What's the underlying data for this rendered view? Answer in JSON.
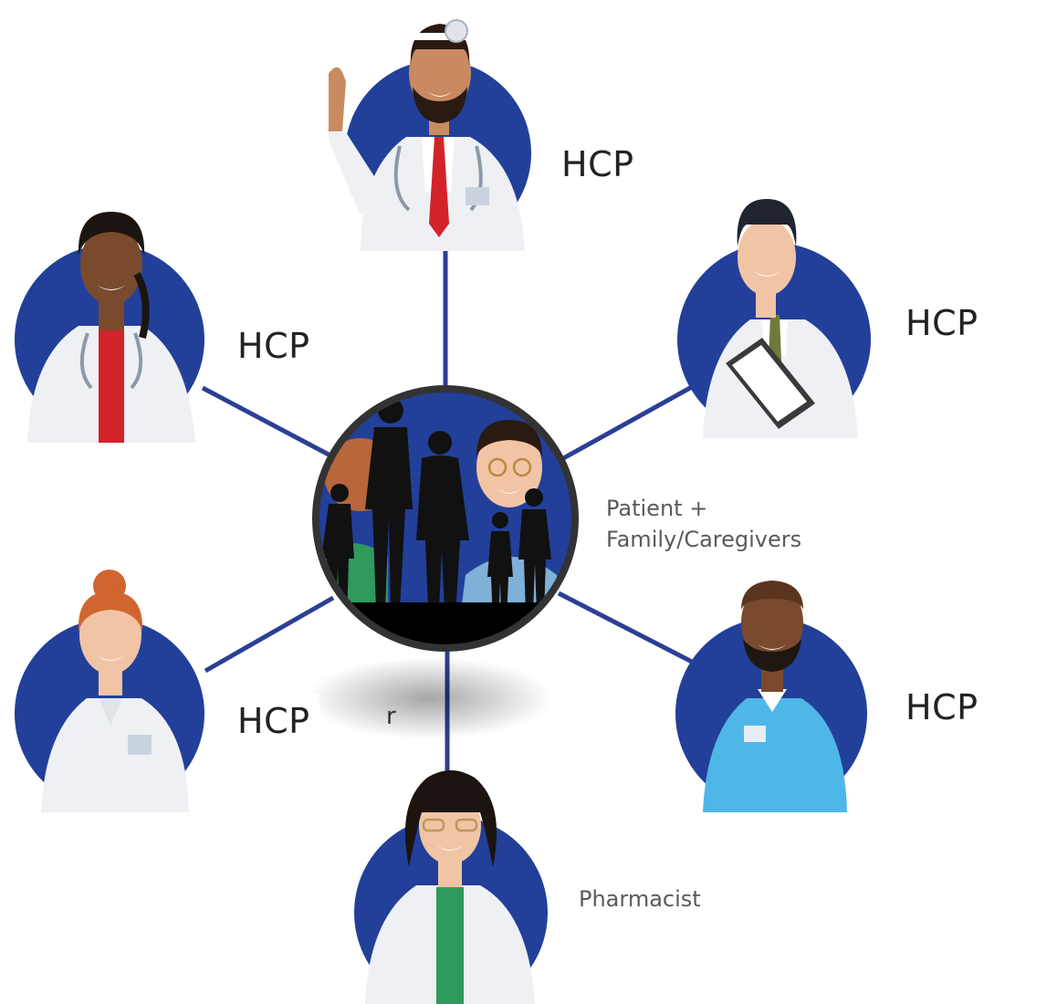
{
  "colors": {
    "circle_blue": "#22409a",
    "connector": "#2b3f94",
    "center_ring": "#333333",
    "coat": "#eef0f4",
    "skin_light": "#f2c4a6",
    "skin_medium": "#c98a62",
    "skin_dark": "#7a4a2e",
    "scrubs": "#4fb6e8",
    "tie_red": "#d2232a"
  },
  "center": {
    "label_line1": "Patient +",
    "label_line2": "Family/Caregivers",
    "icon": "family-silhouette-icon"
  },
  "nodes": [
    {
      "id": "top",
      "label": "HCP",
      "icon": "doctor-head-mirror-icon"
    },
    {
      "id": "upper-right",
      "label": "HCP",
      "icon": "doctor-clipboard-icon"
    },
    {
      "id": "lower-right",
      "label": "HCP",
      "icon": "nurse-scrubs-icon"
    },
    {
      "id": "bottom",
      "label": "Pharmacist",
      "icon": "pharmacist-icon"
    },
    {
      "id": "lower-left",
      "label": "HCP",
      "icon": "nurse-bun-icon"
    },
    {
      "id": "upper-left",
      "label": "HCP",
      "icon": "doctor-stethoscope-icon"
    }
  ],
  "fragment_text": "r"
}
